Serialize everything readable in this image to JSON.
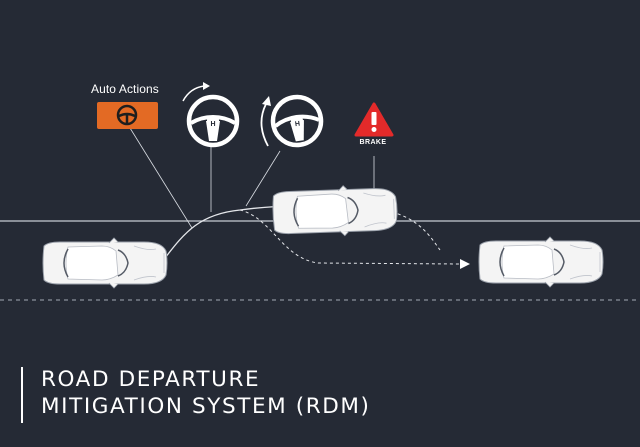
{
  "auto_actions": {
    "label": "Auto Actions",
    "badge_icon": "steering-wheel-icon"
  },
  "steering_icons": [
    {
      "name": "steering-wheel-slight-turn-icon",
      "arrow": "curved-arrow-right-icon"
    },
    {
      "name": "steering-wheel-strong-turn-icon",
      "arrow": "curved-arrow-large-icon"
    }
  ],
  "brake": {
    "label": "BRAKE",
    "icon": "warning-triangle-icon"
  },
  "title": {
    "line1": "ROAD DEPARTURE",
    "line2": "MITIGATION SYSTEM (RDM)"
  },
  "colors": {
    "background": "#252a35",
    "badge": "#e36a24",
    "warning": "#e32a2a",
    "lines": "#ffffff",
    "car_body": "#f4f4f4"
  }
}
